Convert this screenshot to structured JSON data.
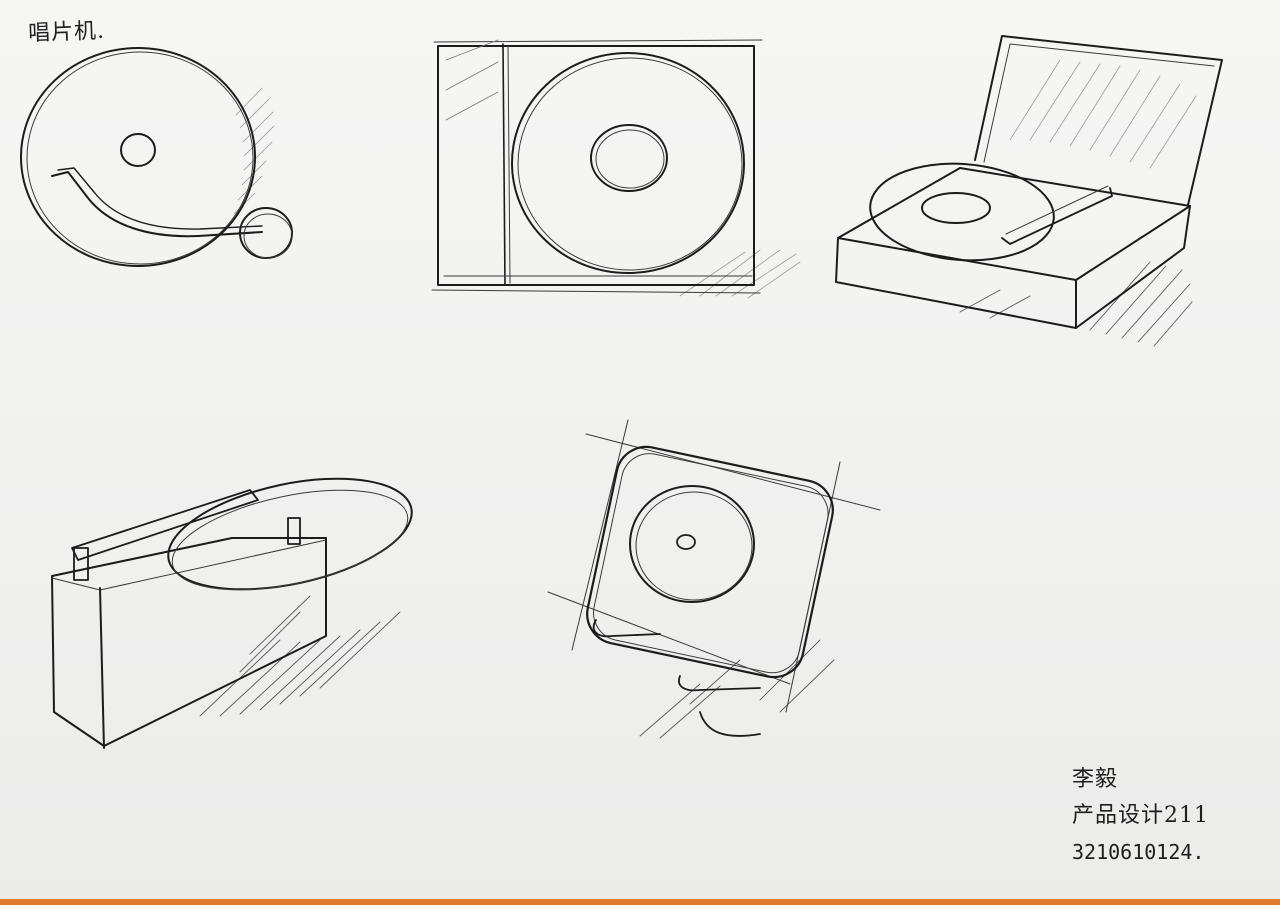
{
  "sheet": {
    "title_note": "唱片机.",
    "signature": {
      "name": "李毅",
      "class": "产品设计211",
      "student_id": "3210610124."
    }
  },
  "colors": {
    "paper": "#f1f1f0",
    "pencil": "#1c1c1c",
    "edge_accent": "#e07a2c"
  }
}
